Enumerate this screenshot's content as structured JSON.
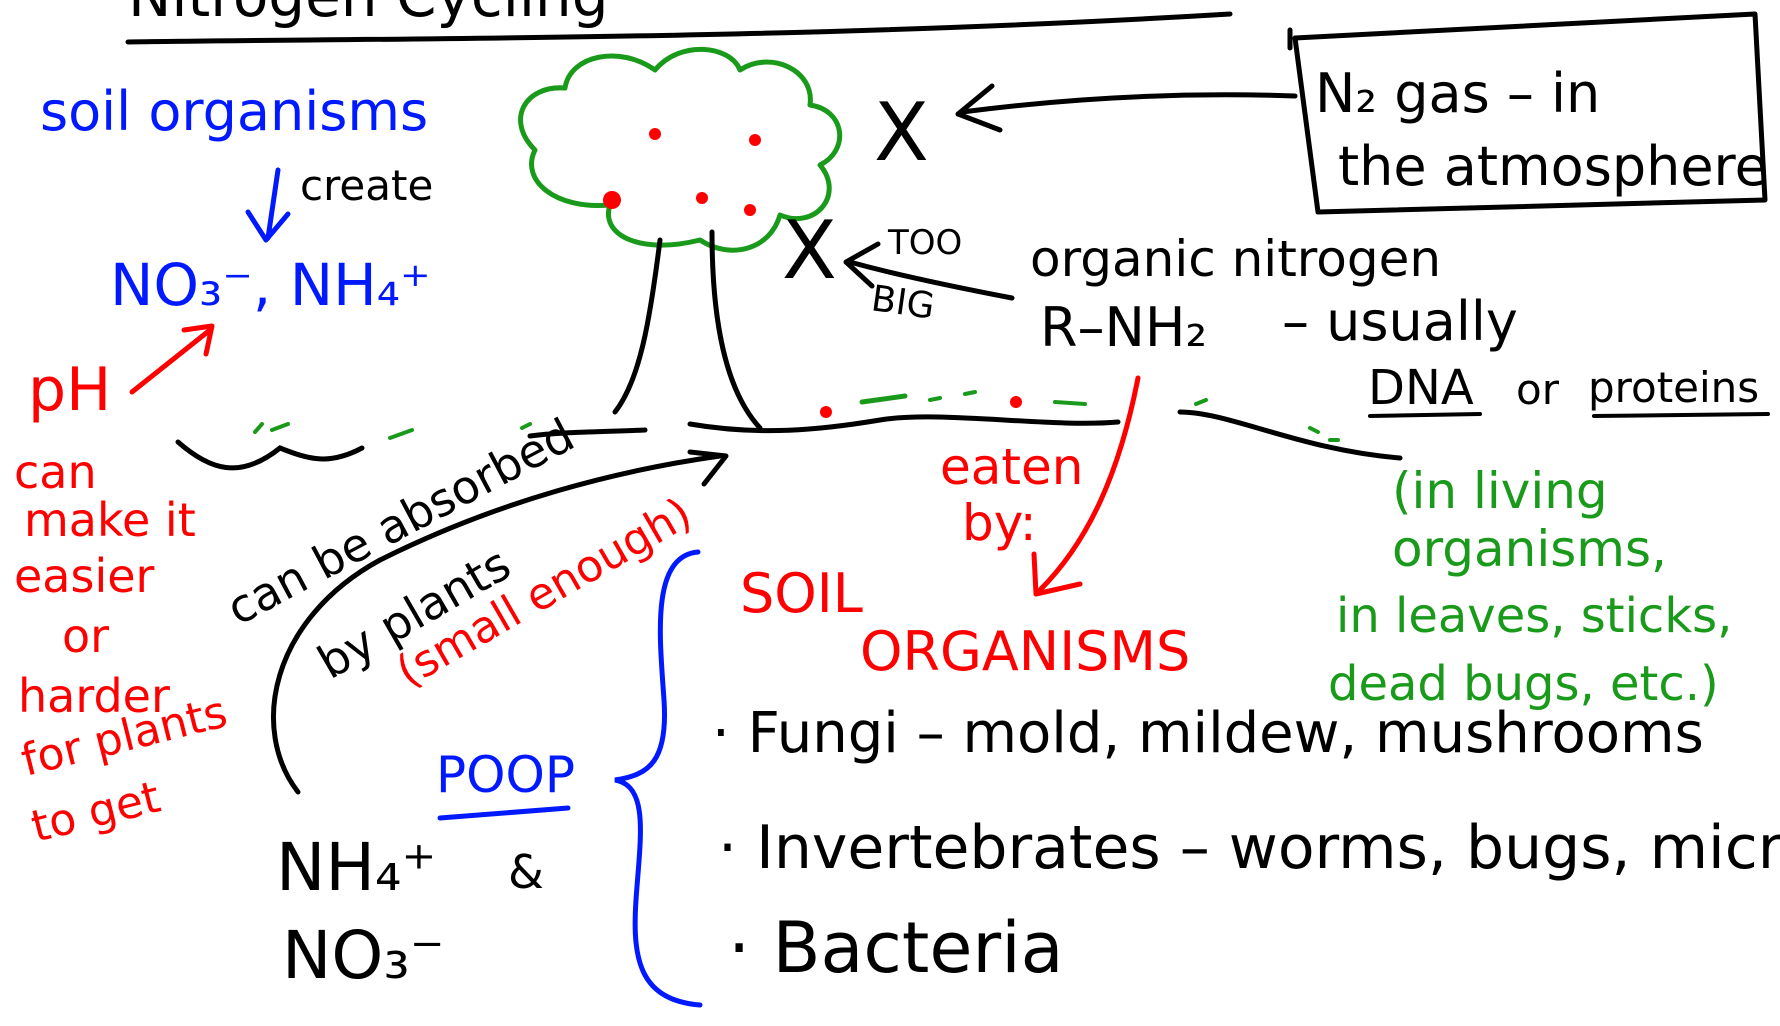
{
  "title": "Nitrogen Cycling",
  "colors": {
    "ink": "#000000",
    "blue": "#0019ff",
    "red": "#ff0000",
    "green": "#1a9a1a"
  },
  "n2_box": {
    "line1": "N₂ gas – in",
    "line2": "the atmosphere"
  },
  "x_mark": "X",
  "soil_organisms_note": {
    "heading": "soil organisms",
    "verb": "create",
    "ions": "NO₃⁻, NH₄⁺"
  },
  "ph_note": {
    "ph": "pH",
    "lines": [
      "can",
      "make it",
      "easier",
      "or",
      "harder",
      "for plants",
      "to get"
    ]
  },
  "too_big": [
    "TOO",
    "BIG"
  ],
  "organic_nitrogen": {
    "title": "organic nitrogen",
    "formula": "R–NH₂",
    "usually": "– usually",
    "dna": "DNA",
    "or": "or",
    "proteins": "proteins"
  },
  "green_note": [
    "(in living",
    "organisms,",
    "in leaves, sticks,",
    "dead bugs, etc.)"
  ],
  "eaten_by": [
    "eaten",
    "by:"
  ],
  "absorbed": {
    "line1": "can be absorbed",
    "line2": "by plants",
    "small": "(small enough)"
  },
  "poop": "POOP",
  "ions_bottom": {
    "nh4": "NH₄⁺",
    "amp": "&",
    "no3": "NO₃⁻"
  },
  "soil_list": {
    "heading1": "SOIL",
    "heading2": "ORGANISMS",
    "items": [
      "· Fungi – mold, mildew, mushrooms",
      "· Invertebrates – worms, bugs, microbes",
      "· Bacteria"
    ]
  }
}
